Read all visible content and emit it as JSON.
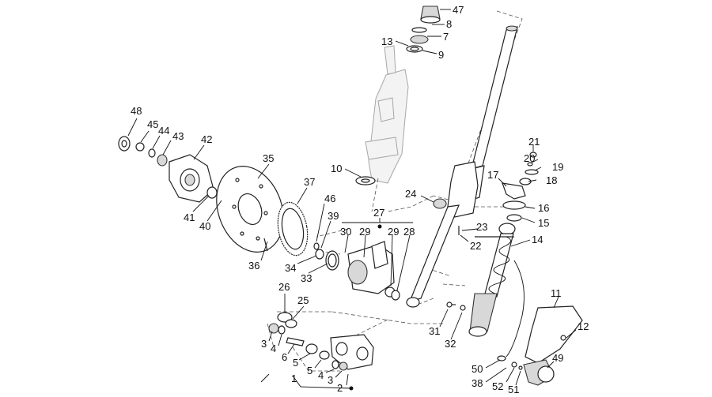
{
  "diagram": {
    "callouts": [
      {
        "id": "47",
        "text": "47"
      },
      {
        "id": "8",
        "text": "8"
      },
      {
        "id": "7",
        "text": "7"
      },
      {
        "id": "13",
        "text": "13"
      },
      {
        "id": "9",
        "text": "9"
      },
      {
        "id": "48",
        "text": "48"
      },
      {
        "id": "45",
        "text": "45"
      },
      {
        "id": "44",
        "text": "44"
      },
      {
        "id": "43",
        "text": "43"
      },
      {
        "id": "42",
        "text": "42"
      },
      {
        "id": "35",
        "text": "35"
      },
      {
        "id": "10",
        "text": "10"
      },
      {
        "id": "21",
        "text": "21"
      },
      {
        "id": "20",
        "text": "20"
      },
      {
        "id": "19",
        "text": "19"
      },
      {
        "id": "17",
        "text": "17"
      },
      {
        "id": "18",
        "text": "18"
      },
      {
        "id": "37",
        "text": "37"
      },
      {
        "id": "46",
        "text": "46"
      },
      {
        "id": "24",
        "text": "24"
      },
      {
        "id": "16",
        "text": "16"
      },
      {
        "id": "41",
        "text": "41"
      },
      {
        "id": "40",
        "text": "40"
      },
      {
        "id": "39",
        "text": "39"
      },
      {
        "id": "27",
        "text": "27"
      },
      {
        "id": "15",
        "text": "15"
      },
      {
        "id": "23",
        "text": "23"
      },
      {
        "id": "30",
        "text": "30"
      },
      {
        "id": "29a",
        "text": "29"
      },
      {
        "id": "29b",
        "text": "29"
      },
      {
        "id": "28",
        "text": "28"
      },
      {
        "id": "14",
        "text": "14"
      },
      {
        "id": "22",
        "text": "22"
      },
      {
        "id": "36",
        "text": "36"
      },
      {
        "id": "34",
        "text": "34"
      },
      {
        "id": "33",
        "text": "33"
      },
      {
        "id": "26",
        "text": "26"
      },
      {
        "id": "25",
        "text": "25"
      },
      {
        "id": "11",
        "text": "11"
      },
      {
        "id": "31",
        "text": "31"
      },
      {
        "id": "12",
        "text": "12"
      },
      {
        "id": "32",
        "text": "32"
      },
      {
        "id": "3a",
        "text": "3"
      },
      {
        "id": "4a",
        "text": "4"
      },
      {
        "id": "6",
        "text": "6"
      },
      {
        "id": "5a",
        "text": "5"
      },
      {
        "id": "5b",
        "text": "5"
      },
      {
        "id": "4b",
        "text": "4"
      },
      {
        "id": "3b",
        "text": "3"
      },
      {
        "id": "49",
        "text": "49"
      },
      {
        "id": "50",
        "text": "50"
      },
      {
        "id": "1",
        "text": "1"
      },
      {
        "id": "2",
        "text": "2"
      },
      {
        "id": "38",
        "text": "38"
      },
      {
        "id": "52",
        "text": "52"
      },
      {
        "id": "51",
        "text": "51"
      }
    ]
  }
}
